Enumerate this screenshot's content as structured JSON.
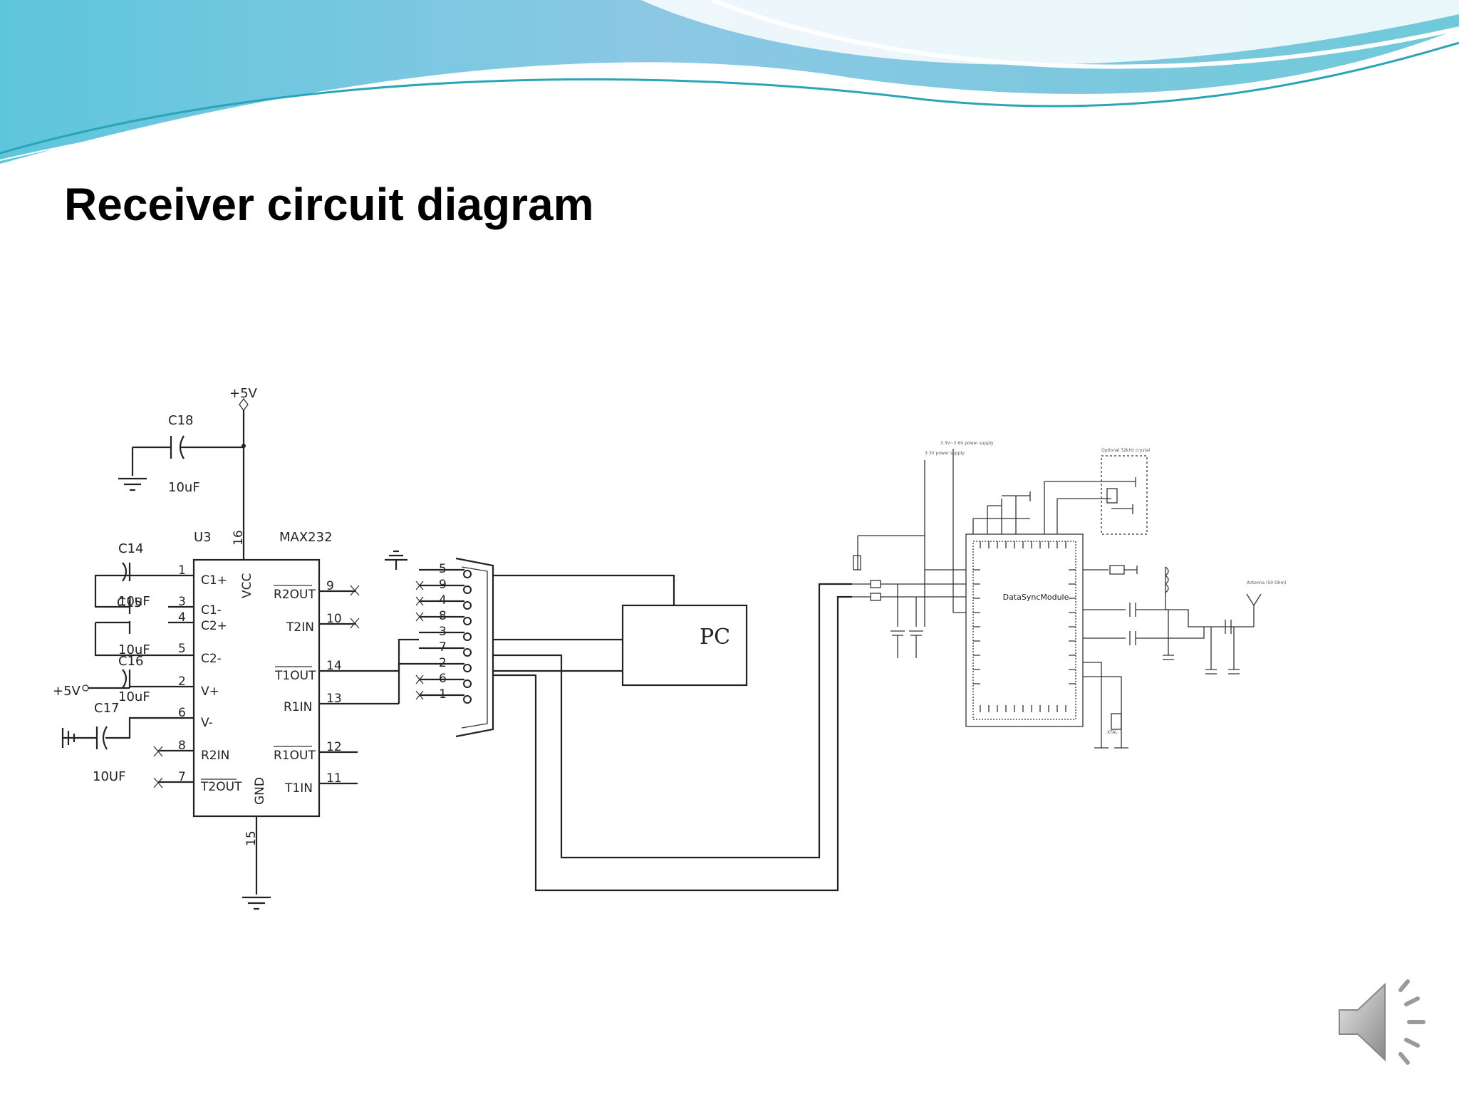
{
  "slide": {
    "title": "Receiver circuit diagram"
  },
  "max232": {
    "ref": "U3",
    "part": "MAX232",
    "supply": "+5V",
    "left_pins": [
      {
        "num": "1",
        "name": "C1+"
      },
      {
        "num": "3",
        "name": "C1-"
      },
      {
        "num": "4",
        "name": "C2+"
      },
      {
        "num": "5",
        "name": "C2-"
      },
      {
        "num": "2",
        "name": "V+"
      },
      {
        "num": "6",
        "name": "V-"
      },
      {
        "num": "8",
        "name": "R2IN"
      },
      {
        "num": "7",
        "name": "T2OUT"
      }
    ],
    "right_pins": [
      {
        "num": "9",
        "name": "R2OUT"
      },
      {
        "num": "10",
        "name": "T2IN"
      },
      {
        "num": "14",
        "name": "T1OUT"
      },
      {
        "num": "13",
        "name": "R1IN"
      },
      {
        "num": "12",
        "name": "R1OUT"
      },
      {
        "num": "11",
        "name": "T1IN"
      }
    ],
    "top_pin": {
      "num": "16",
      "name": "VCC"
    },
    "bottom_pin": {
      "num": "15",
      "name": "GND"
    }
  },
  "capacitors": [
    {
      "ref": "C18",
      "value": "10uF"
    },
    {
      "ref": "C14",
      "value": "10uF"
    },
    {
      "ref": "C15",
      "value": "10uF"
    },
    {
      "ref": "C16",
      "value": "10uF"
    },
    {
      "ref": "C17",
      "value": "10UF"
    }
  ],
  "supply_label": "+5V",
  "connector_pins": [
    "5",
    "9",
    "4",
    "8",
    "3",
    "7",
    "2",
    "6",
    "1"
  ],
  "pc_label": "PC",
  "rf_module": {
    "chip_label": "DataSyncModule",
    "supply_label_1": "3.3V power supply",
    "supply_label_2": "3.3V~3.6V power supply",
    "crystal_label": "Optional 32kHz crystal",
    "xtal_label": "XTAL",
    "antenna_label": "Antenna (50 Ohm)"
  },
  "speaker": {
    "icon": "speaker-icon"
  }
}
